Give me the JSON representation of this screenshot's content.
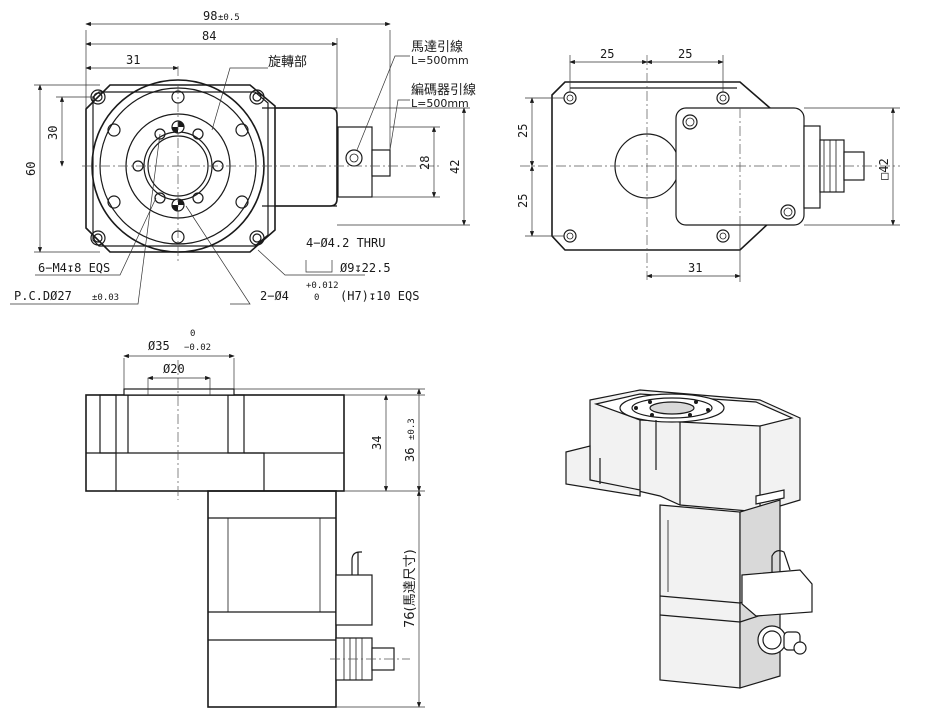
{
  "top_view": {
    "dim_overall": "98",
    "dim_overall_tol": "±0.5",
    "dim_84": "84",
    "dim_31": "31",
    "dim_30": "30",
    "dim_60": "60",
    "dim_28": "28",
    "dim_42": "42",
    "label_rotating": "旋轉部",
    "label_motor_lead": "馬達引線",
    "label_motor_lead_len": "L=500mm",
    "label_encoder_lead": "編碼器引線",
    "label_encoder_lead_len": "L=500mm",
    "note_thru_hole": "4−Ø4.2 THRU",
    "note_counterbore": "Ø9↧22.5",
    "note_m4": "6−M4↧8 EQS",
    "note_pcd": "P.C.DØ27",
    "note_pcd_tol": "±0.03",
    "note_pin": "2−Ø4",
    "note_pin_tol_upper": "+0.012",
    "note_pin_tol_lower": "0",
    "note_pin_rest": "(H7)↧10 EQS"
  },
  "bottom_view": {
    "dim_25_left": "25",
    "dim_25_right": "25",
    "dim_25_upper": "25",
    "dim_25_lower": "25",
    "dim_31": "31",
    "dim_sq42": "□42"
  },
  "side_view": {
    "dim_35": "Ø35",
    "dim_35_tol_upper": "0",
    "dim_35_tol_lower": "−0.02",
    "dim_20": "Ø20",
    "dim_34": "34",
    "dim_36": "36",
    "dim_36_tol": "±0.3",
    "dim_76": "76(馬達尺寸)"
  }
}
